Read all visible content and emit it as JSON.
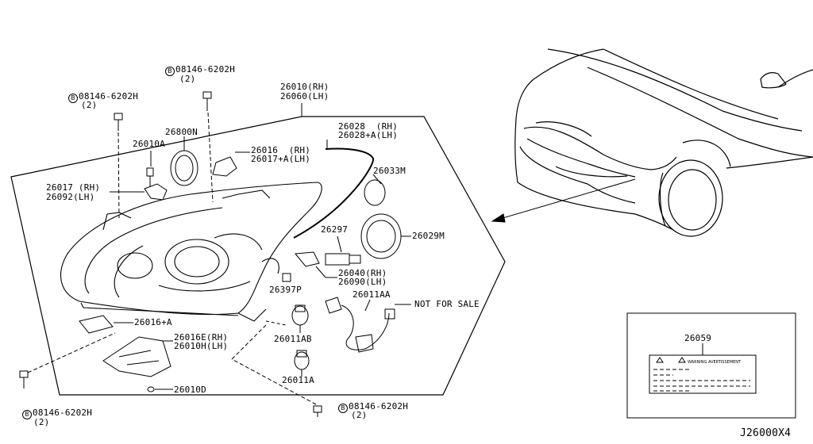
{
  "diagram_id": "J26000X4",
  "fastener": {
    "badge": "B",
    "code": "08146-6202H",
    "qty": "(2)"
  },
  "labels": {
    "l26010": "26010(RH)",
    "l26060": "26060(LH)",
    "l26800N": "26800N",
    "l26010A": "26010A",
    "l26016": "26016  (RH)",
    "l26017A": "26017+A(LH)",
    "l26017": "26017 (RH)",
    "l26092": "26092(LH)",
    "l26028": "26028  (RH)",
    "l26028A": "26028+A(LH)",
    "l26033M": "26033M",
    "l26297": "26297",
    "l26029M": "26029M",
    "l26040": "26040(RH)",
    "l26090": "26090(LH)",
    "l26397P": "26397P",
    "l26011AA": "26011AA",
    "not_for_sale": "NOT FOR SALE",
    "l26016A": "26016+A",
    "l26016E": "26016E(RH)",
    "l26010H": "26010H(LH)",
    "l26011AB": "26011AB",
    "l26011A": "26011A",
    "l26010D": "26010D",
    "l26059": "26059"
  },
  "warning_label": {
    "title": "WARNING AVERTISSEMENT"
  }
}
